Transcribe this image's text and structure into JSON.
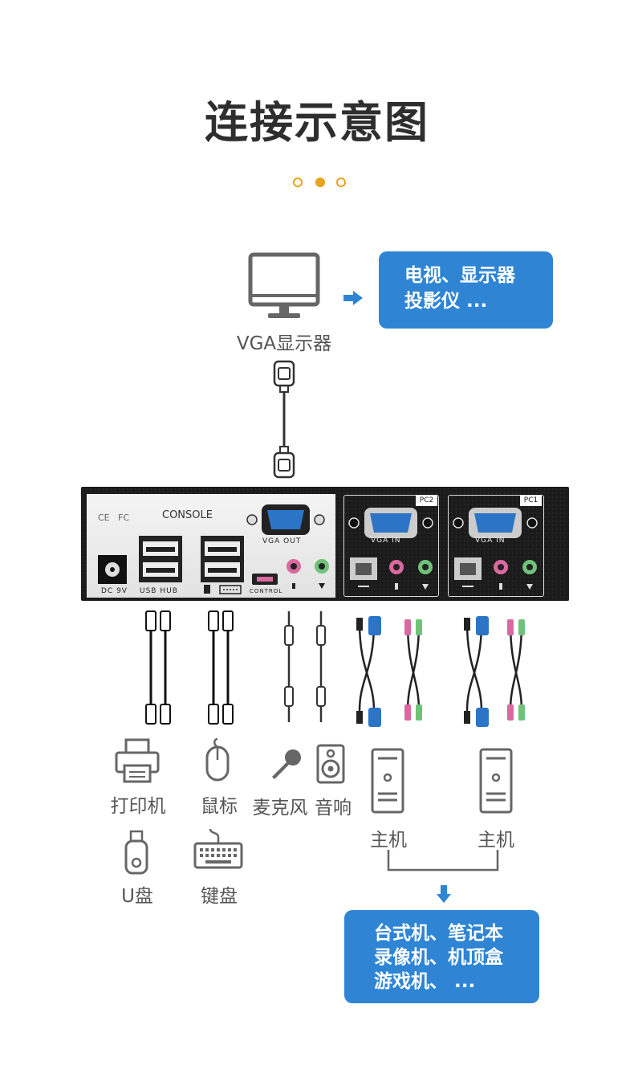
{
  "title": "连接示意图",
  "colors": {
    "accent_orange": "#e9a21c",
    "callout_blue": "#2f85d4",
    "vga_blue": "#2b74c6",
    "pink_jack": "#d9699f",
    "green_jack": "#6fc27a"
  },
  "monitor": {
    "label": "VGA显示器",
    "icon": "monitor-icon"
  },
  "top_callout": {
    "line1": "电视、显示器",
    "line2": "投影仪 ..."
  },
  "device": {
    "console_label": "CONSOLE",
    "ce": "CE",
    "fc": "FC",
    "vga_out": "VGA OUT",
    "dc": "DC 9V",
    "usb_hub": "USB HUB",
    "control": "CONTROL",
    "pc2": "PC2",
    "pc1": "PC1",
    "vga_in": "VGA IN"
  },
  "peripherals": {
    "printer": "打印机",
    "mouse": "鼠标",
    "mic": "麦克风",
    "speaker": "音响",
    "udisk": "U盘",
    "keyboard": "键盘"
  },
  "hosts": {
    "host1": "主机",
    "host2": "主机"
  },
  "bottom_callout": {
    "line1": "台式机、笔记本",
    "line2": "录像机、机顶盒",
    "line3": "游戏机、 ..."
  }
}
